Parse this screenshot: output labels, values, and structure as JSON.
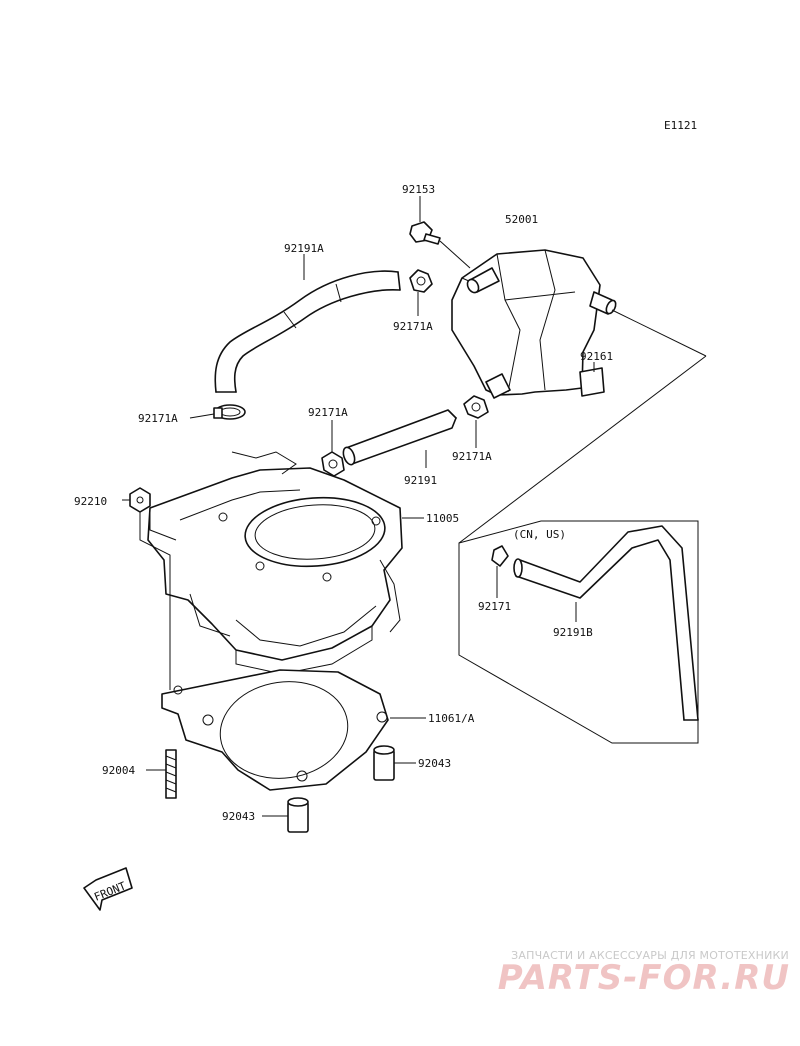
{
  "diagram_code": "E1121",
  "callouts": [
    {
      "id": "c-92153",
      "text": "92153"
    },
    {
      "id": "c-52001",
      "text": "52001"
    },
    {
      "id": "c-92191A",
      "text": "92191A"
    },
    {
      "id": "c-92171A-top",
      "text": "92171A"
    },
    {
      "id": "c-92161",
      "text": "92161"
    },
    {
      "id": "c-92171A-left",
      "text": "92171A"
    },
    {
      "id": "c-92171A-mid",
      "text": "92171A"
    },
    {
      "id": "c-92171A-right",
      "text": "92171A"
    },
    {
      "id": "c-92191",
      "text": "92191"
    },
    {
      "id": "c-92210",
      "text": "92210"
    },
    {
      "id": "c-11005",
      "text": "11005"
    },
    {
      "id": "c-cnus",
      "text": "(CN, US)"
    },
    {
      "id": "c-92171",
      "text": "92171"
    },
    {
      "id": "c-92191B",
      "text": "92191B"
    },
    {
      "id": "c-11061A",
      "text": "11061/A"
    },
    {
      "id": "c-92004",
      "text": "92004"
    },
    {
      "id": "c-92043-right",
      "text": "92043"
    },
    {
      "id": "c-92043-bottom",
      "text": "92043"
    }
  ],
  "front_arrow_label": "FRONT",
  "watermark": {
    "tagline": "ЗАПЧАСТИ И АКСЕССУАРЫ ДЛЯ МОТОТЕХНИКИ",
    "logo": "PARTS-FOR.RU"
  }
}
